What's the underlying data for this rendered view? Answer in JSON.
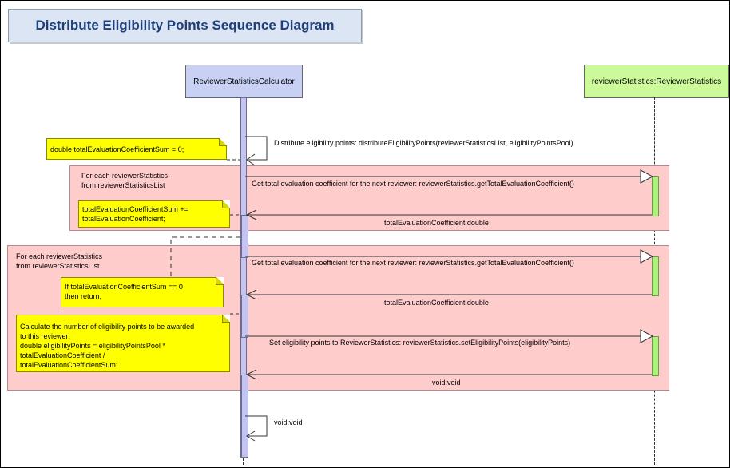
{
  "title": "Distribute Eligibility Points Sequence Diagram",
  "lifelines": {
    "calculator": "ReviewerStatisticsCalculator",
    "statistics": "reviewerStatistics:ReviewerStatistics"
  },
  "frames": [
    {
      "label": "For each reviewerStatistics\nfrom reviewerStatisticsList"
    },
    {
      "label": "For each reviewerStatistics\nfrom reviewerStatisticsList"
    }
  ],
  "notes": {
    "init_sum": "double totalEvaluationCoefficientSum = 0;",
    "accumulate": "totalEvaluationCoefficientSum +=\ntotalEvaluationCoefficient;",
    "zero_check": "If totalEvaluationCoefficientSum == 0\nthen return;",
    "calculate": "Calculate the number of eligibility points to be awarded\nto this reviewer:\ndouble eligibilityPoints = eligibilityPointsPool *\ntotalEvaluationCoefficient /\ntotalEvaluationCoefficientSum;"
  },
  "messages": {
    "distribute": "Distribute eligibility points: distributeEligibilityPoints(reviewerStatisticsList, eligibilityPointsPool)",
    "get_coeff_1": "Get total evaluation coefficient for the next reviewer: reviewerStatistics.getTotalEvaluationCoefficient()",
    "return_coeff_1": "totalEvaluationCoefficient:double",
    "get_coeff_2": "Get total evaluation coefficient for the next reviewer: reviewerStatistics.getTotalEvaluationCoefficient()",
    "return_coeff_2": "totalEvaluationCoefficient:double",
    "set_points": "Set eligibility points to ReviewerStatistics: reviewerStatistics.setEligibilityPoints(eligibilityPoints)",
    "return_void": "void:void",
    "self_return": "void:void"
  },
  "colors": {
    "title_bg": "#dbe5f4",
    "title_text": "#1f3f7a",
    "calculator_bg": "#c8d1f4",
    "statistics_bg": "#ccf999",
    "frame_bg": "#ffcccc",
    "note_bg": "#ffff00"
  }
}
